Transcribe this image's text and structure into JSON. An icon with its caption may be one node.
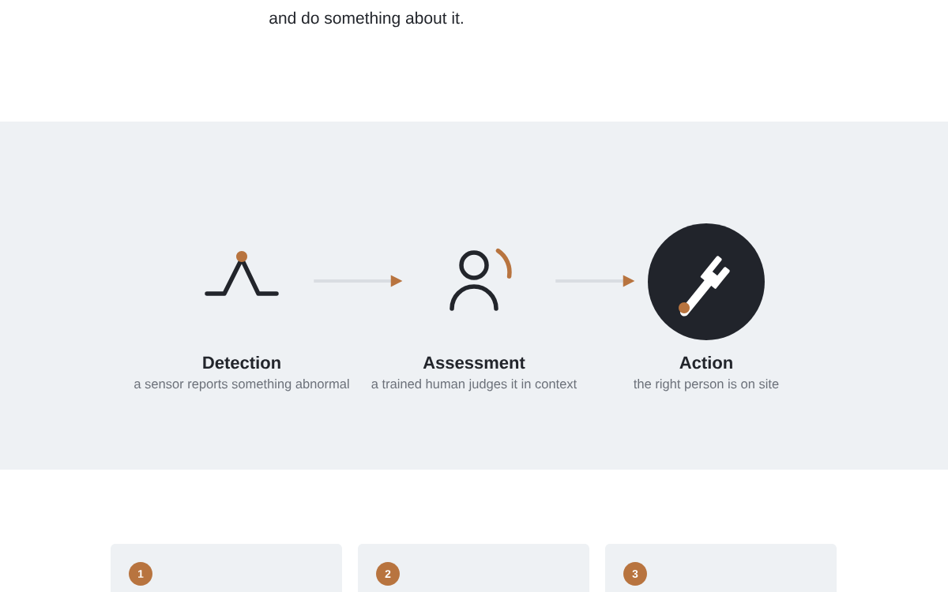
{
  "diagram": {
    "nodes": [
      {
        "text": [],
        "shape": "band"
      },
      {
        "text": [],
        "shape": "picture",
        "in": 0,
        "beside": [
          "Detection",
          "a sensor reports something abnormal"
        ]
      },
      {
        "text": [],
        "shape": "picture",
        "in": 0,
        "beside": [
          "Assessment",
          "a trained human judges it in context"
        ]
      },
      {
        "text": [],
        "shape": "circle",
        "in": 0,
        "beside": [
          "Action",
          "the right person is on site"
        ]
      },
      {
        "text": [],
        "shape": "box"
      },
      {
        "text": [
          "1"
        ],
        "in": 4
      },
      {
        "text": [],
        "shape": "box"
      },
      {
        "text": [
          "2"
        ],
        "in": 6
      },
      {
        "text": [],
        "shape": "box"
      },
      {
        "text": [
          "3"
        ],
        "in": 8
      }
    ],
    "edges": [
      {
        "from": 1,
        "to": 2,
        "arrow": "to"
      },
      {
        "from": 2,
        "to": 3,
        "arrow": "to"
      }
    ],
    "labels": [
      "and do something about it."
    ]
  }
}
